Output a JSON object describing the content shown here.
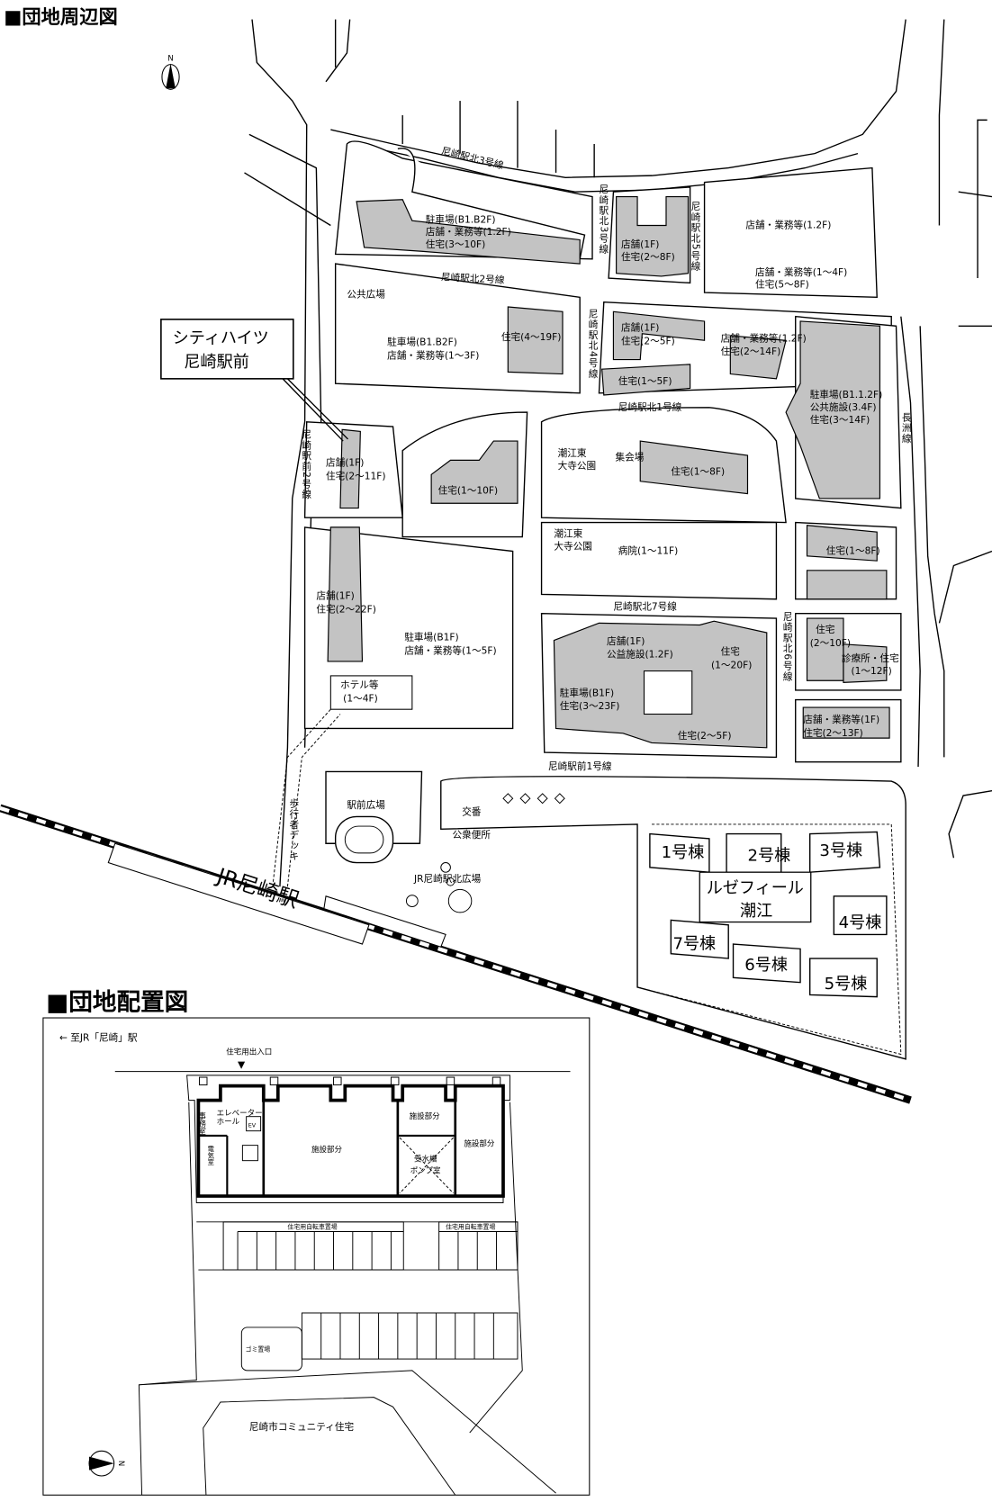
{
  "titles": {
    "surroundings": "■団地周辺図",
    "layout": "■団地配置図"
  },
  "north_label": "N",
  "roads": {
    "north3": "尼崎駅北3号線",
    "north2": "尼崎駅北2号線",
    "north1": "尼崎駅北1号線",
    "north7": "尼崎駅北7号線",
    "front1": "尼崎駅前1号線",
    "v_north3": "尼崎駅北3号線",
    "v_north5": "尼崎駅北5号線",
    "v_north4": "尼崎駅北4号線",
    "v_front2": "尼崎駅前2号線",
    "v_north6": "尼崎駅北6号線",
    "nagasu": "長洲線",
    "deck": "歩行者デッキ"
  },
  "labels": [
    {
      "lines": [
        "駐車場(B1.B2F)",
        "店舗・業務等(1.2F)",
        "住宅(3～10F)"
      ]
    },
    {
      "lines": [
        "店舗(1F)",
        "住宅(2～8F)"
      ]
    },
    {
      "lines": [
        "店舗・業務等(1.2F)"
      ]
    },
    {
      "lines": [
        "店舗・業務等(1～4F)",
        "住宅(5～8F)"
      ]
    },
    {
      "lines": [
        "公共広場"
      ]
    },
    {
      "lines": [
        "駐車場(B1.B2F)",
        "店舗・業務等(1～3F)"
      ]
    },
    {
      "lines": [
        "住宅(4～19F)"
      ]
    },
    {
      "lines": [
        "店舗(1F)",
        "住宅(2～5F)"
      ]
    },
    {
      "lines": [
        "店舗・業務等(1.2F)",
        "住宅(2～14F)"
      ]
    },
    {
      "lines": [
        "住宅(1～5F)"
      ]
    },
    {
      "lines": [
        "駐車場(B1.1.2F)",
        "公共施設(3.4F)",
        "住宅(3～14F)"
      ]
    },
    {
      "lines": [
        "店舗(1F)",
        "住宅(2～11F)"
      ]
    },
    {
      "lines": [
        "住宅(1～10F)"
      ]
    },
    {
      "lines": [
        "潮江東",
        "大寺公園"
      ]
    },
    {
      "lines": [
        "集会場"
      ]
    },
    {
      "lines": [
        "住宅(1～8F)"
      ]
    },
    {
      "lines": [
        "潮江東",
        "大寺公園"
      ]
    },
    {
      "lines": [
        "病院(1～11F)"
      ]
    },
    {
      "lines": [
        "住宅(1～8F)"
      ]
    },
    {
      "lines": [
        "店舗(1F)",
        "住宅(2～22F)"
      ]
    },
    {
      "lines": [
        "駐車場(B1F)",
        "店舗・業務等(1～5F)"
      ]
    },
    {
      "lines": [
        "ホテル等",
        "(1～4F)"
      ]
    },
    {
      "lines": [
        "店舗(1F)",
        "公益施設(1.2F)"
      ]
    },
    {
      "lines": [
        "住宅",
        "(1～20F)"
      ]
    },
    {
      "lines": [
        "駐車場(B1F)",
        "住宅(3～23F)"
      ]
    },
    {
      "lines": [
        "住宅(2～5F)"
      ]
    },
    {
      "lines": [
        "住宅",
        "(2～10F)"
      ]
    },
    {
      "lines": [
        "診療所・住宅",
        "(1～12F)"
      ]
    },
    {
      "lines": [
        "店舗・業務等(1F)",
        "住宅(2～13F)"
      ]
    },
    {
      "lines": [
        "駅前広場"
      ]
    },
    {
      "lines": [
        "交番"
      ]
    },
    {
      "lines": [
        "公衆便所"
      ]
    },
    {
      "lines": [
        "JR尼崎駅北広場"
      ]
    }
  ],
  "station": "JR尼崎駅",
  "callout_citi": [
    "シティハイツ",
    "尼崎駅前"
  ],
  "callout_luze": [
    "ルゼフィール",
    "潮江"
  ],
  "buildings": [
    "1号棟",
    "2号棟",
    "3号棟",
    "4号棟",
    "5号棟",
    "6号棟",
    "7号棟"
  ],
  "layout": {
    "to_station": "← 至JR「尼崎」駅",
    "entrance": "住宅用出入口",
    "entrance_marker": "▼",
    "facility": "施設部分",
    "office": "事務室",
    "elevator_hall": [
      "エレベーター",
      "ホール"
    ],
    "electric_room": "電気室",
    "water_room": [
      "受水槽",
      "ポンプ室"
    ],
    "ev": "EV",
    "bike_parking": "住宅用自転車置場",
    "garbage": "ゴミ置場",
    "community_housing": "尼崎市コミュニティ住宅"
  }
}
